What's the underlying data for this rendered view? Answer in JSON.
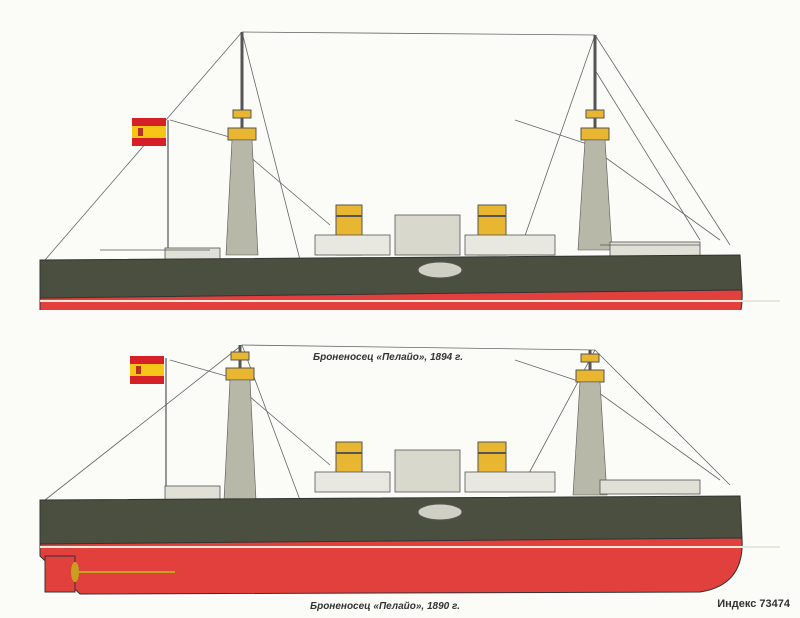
{
  "captions": {
    "top": "Броненосец «Пелайо», 1894 г.",
    "bottom": "Броненосец «Пелайо», 1890 г."
  },
  "index_label": "Индекс 73474",
  "colors": {
    "background": "#fbfbf8",
    "hull_upper": "#4a4f3f",
    "hull_lower": "#e2403c",
    "funnel": "#e8b630",
    "flag_red": "#d61f26",
    "flag_yellow": "#f5c518",
    "rigging": "#555555"
  }
}
